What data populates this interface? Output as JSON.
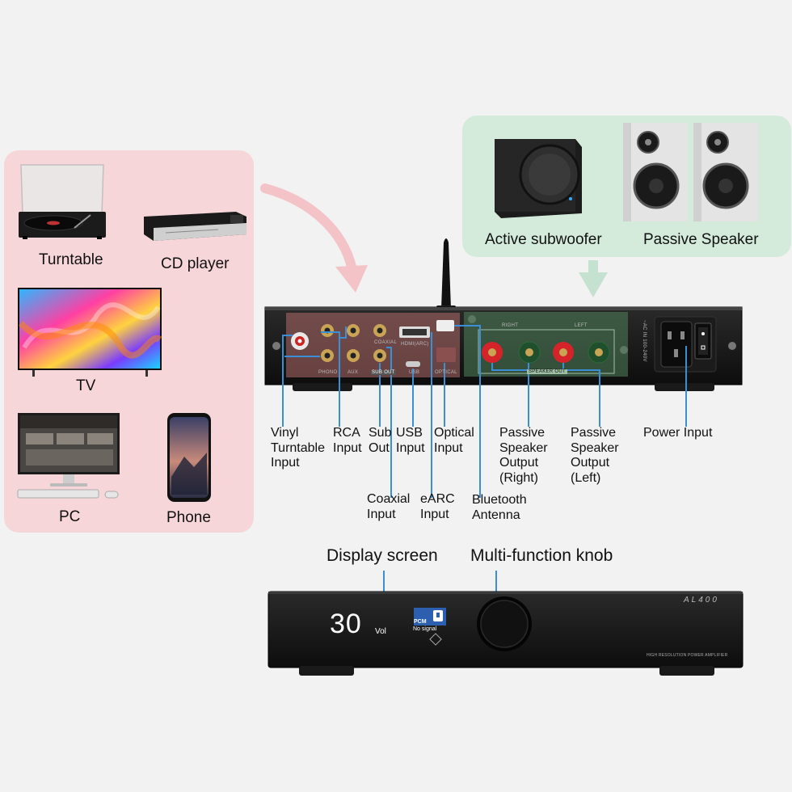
{
  "sources": {
    "turntable": "Turntable",
    "cd_player": "CD player",
    "tv": "TV",
    "pc": "PC",
    "phone": "Phone"
  },
  "outputs": {
    "subwoofer": "Active subwoofer",
    "speakers": "Passive Speaker"
  },
  "rear_panel": {
    "phono": "PHONO",
    "aux": "AUX",
    "sub_out": "SUB OUT",
    "coaxial": "COAXIAL",
    "hdmi": "HDMI(ARC)",
    "usb": "USB",
    "optical": "OPTICAL",
    "right": "RIGHT",
    "left": "LEFT",
    "speaker_out": "SPEAKER OUT",
    "ac": "~AC IN 100-240V"
  },
  "callouts": {
    "vinyl": "Vinyl\nTurntable\nInput",
    "rca": "RCA\nInput",
    "sub": "Sub\nOut",
    "usb": "USB\nInput",
    "optical": "Optical\nInput",
    "coaxial": "Coaxial\nInput",
    "earc": "eARC\nInput",
    "bluetooth": "Bluetooth\nAntenna",
    "spk_right": "Passive\nSpeaker\nOutput\n(Right)",
    "spk_left": "Passive\nSpeaker\nOutput\n(Left)",
    "power": "Power Input"
  },
  "front": {
    "display_label": "Display screen",
    "knob_label": "Multi-function knob",
    "volume": "30",
    "vol_unit": "Vol",
    "pcm": "PCM",
    "no_signal": "No signal",
    "brand": "AL400",
    "model_text": "HIGH RESOLUTION POWER AMPLIFIER"
  },
  "colors": {
    "callout_line": "#3a8fd6",
    "pink_panel": "#f7d6da",
    "green_panel": "#d4ebdc",
    "terminal_red": "#d4242a"
  }
}
